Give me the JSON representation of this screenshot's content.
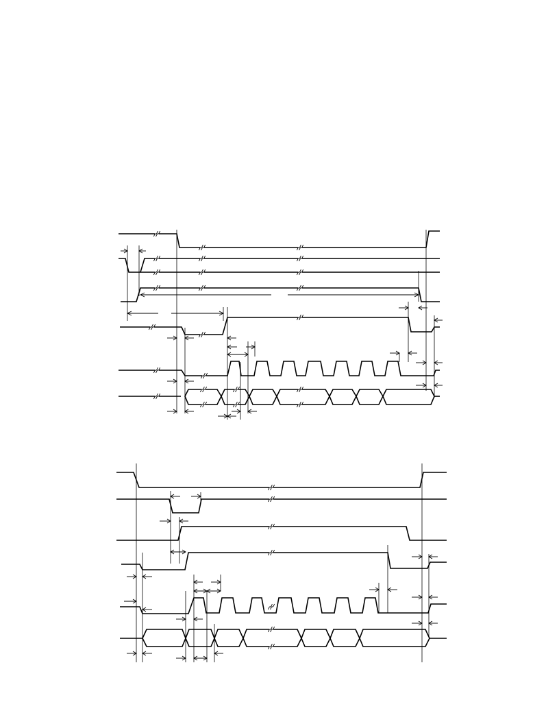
{
  "diagrams": [
    {
      "id": "timing-diagram-1",
      "signal_count": 8
    },
    {
      "id": "timing-diagram-2",
      "signal_count": 6
    }
  ],
  "colors": {
    "ink": "#000000",
    "paper": "#ffffff"
  },
  "icons": {
    "break": "break-mark-icon",
    "arrow": "arrow-icon"
  }
}
